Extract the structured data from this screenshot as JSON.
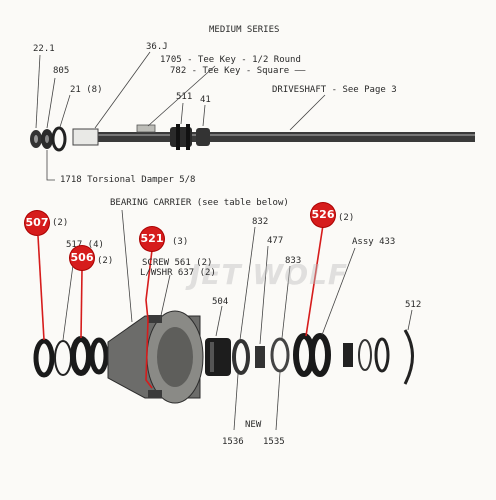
{
  "title": "MEDIUM SERIES",
  "watermark": "JET WOLF",
  "top_labels": {
    "l_22_1": "22.1",
    "l_805": "805",
    "l_21": "21 (8)",
    "l_36": "36.J",
    "l_1705": "1705 - Tee Key - 1/2 Round",
    "l_782": "782 - Tee Key - Square ——",
    "l_511": "511",
    "l_41": "41",
    "l_driveshaft": "DRIVESHAFT - See Page 3",
    "l_1718": "1718 Torsional Damper 5/8"
  },
  "bottom_labels": {
    "bearing_carrier": "BEARING CARRIER (see table below)",
    "l_832": "832",
    "l_477": "477",
    "l_assy": "Assy 433",
    "l_517": "517 (4)",
    "l_screw": "SCREW 561 (2)",
    "l_lwshr": "L/WSHR 637 (2)",
    "l_833": "833",
    "l_504": "504",
    "l_512": "512",
    "l_new": "NEW",
    "l_1536": "1536",
    "l_1535": "1535"
  },
  "badges": [
    {
      "num": "507",
      "qty": "(2)"
    },
    {
      "num": "506",
      "qty": "(2)"
    },
    {
      "num": "521",
      "qty": "(3)"
    },
    {
      "num": "526",
      "qty": "(2)"
    }
  ],
  "colors": {
    "badge": "#d61c1c",
    "ink": "#222222",
    "leader_red": "#d61c1c"
  }
}
